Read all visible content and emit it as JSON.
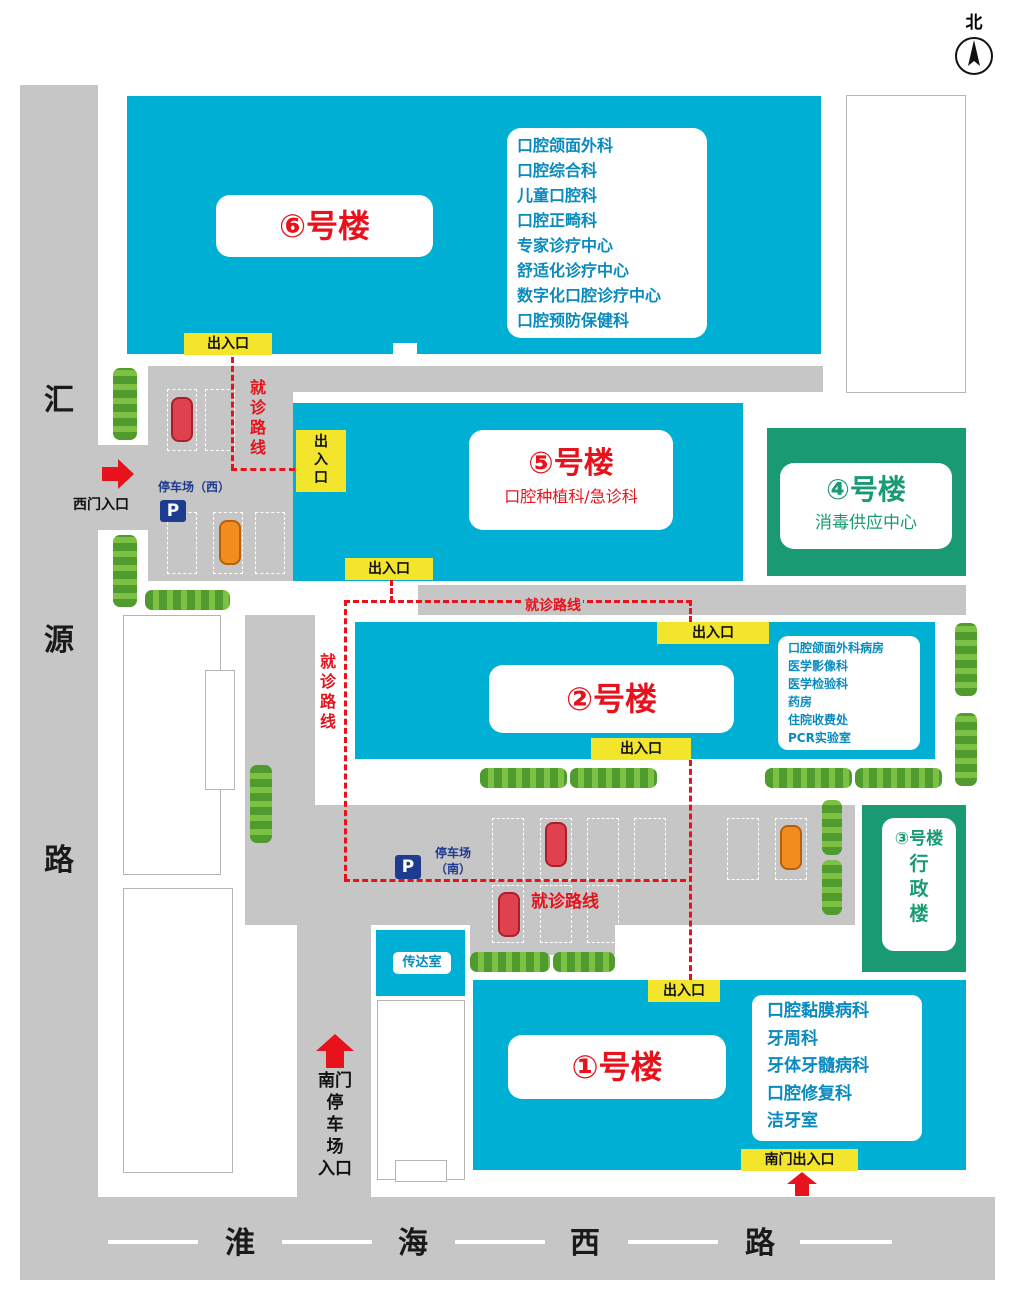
{
  "compass": {
    "label": "北"
  },
  "roads": {
    "west": {
      "name_chars": [
        "汇",
        "源",
        "路"
      ]
    },
    "south": {
      "name_chars": [
        "淮",
        "海",
        "西",
        "路"
      ]
    }
  },
  "buildings": {
    "b6": {
      "name": "⑥号楼",
      "departments": [
        "口腔颌面外科",
        "口腔综合科",
        "儿童口腔科",
        "口腔正畸科",
        "专家诊疗中心",
        "舒适化诊疗中心",
        "数字化口腔诊疗中心",
        "口腔预防保健科"
      ]
    },
    "b5": {
      "name": "⑤号楼",
      "sub": "口腔种植科/急诊科"
    },
    "b4": {
      "name": "④号楼",
      "sub": "消毒供应中心"
    },
    "b2": {
      "name": "②号楼",
      "departments": [
        "口腔颌面外科病房",
        "医学影像科",
        "医学检验科",
        "药房",
        "住院收费处",
        "PCR实验室"
      ]
    },
    "b3": {
      "name": "③号楼",
      "sub_chars": [
        "行",
        "政",
        "楼"
      ]
    },
    "b1": {
      "name": "①号楼",
      "departments": [
        "口腔黏膜病科",
        "牙周科",
        "牙体牙髓病科",
        "口腔修复科",
        "洁牙室"
      ]
    }
  },
  "gates": {
    "exit_label": "出入口",
    "exit_vertical_chars": [
      "出",
      "入",
      "口"
    ],
    "south_exit": "南门出入口"
  },
  "west_gate": {
    "label": "西门入口"
  },
  "south_parking_entry": {
    "chars": [
      "南门",
      "停",
      "车",
      "场",
      "入口"
    ]
  },
  "guard_room": {
    "label": "传达室"
  },
  "parking": {
    "symbol": "P",
    "west": {
      "label": "停车场（西）"
    },
    "south": {
      "label_line1": "停车场",
      "label_line2": "（南）"
    }
  },
  "route": {
    "label": "就诊路线",
    "vertical_chars": [
      "就",
      "诊",
      "路",
      "线"
    ]
  },
  "colors": {
    "building": "#00b0d4",
    "admin_building": "#1a9a73",
    "road": "#c6c6c6",
    "gate": "#f2e52b",
    "route": "#e7121c",
    "red_car": "#e0414f",
    "orange_car": "#f28c1e"
  }
}
